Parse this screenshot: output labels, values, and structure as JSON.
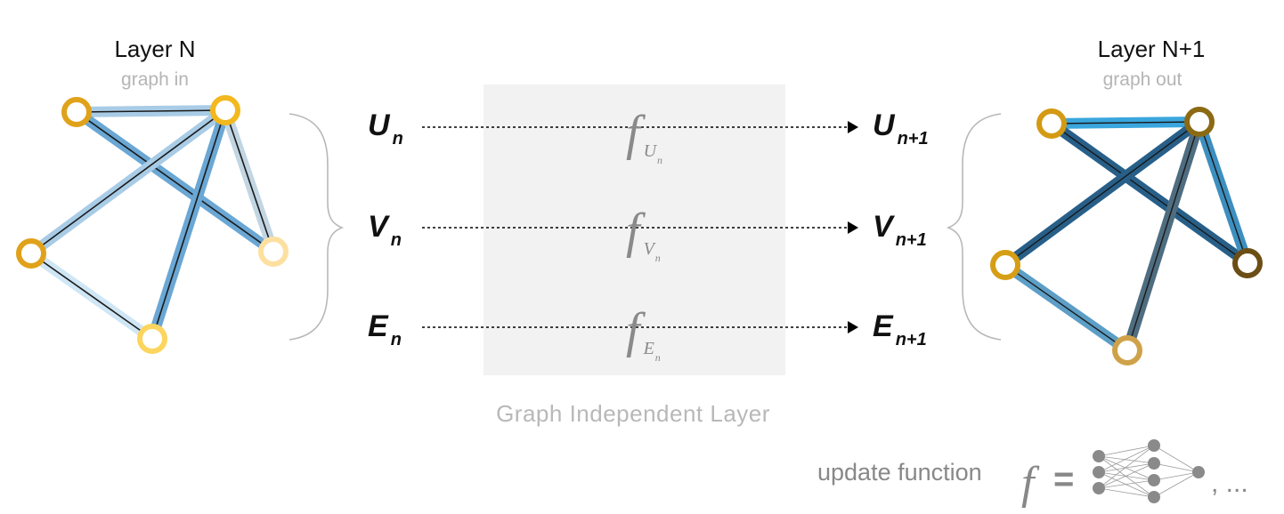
{
  "left_layer": {
    "title": "Layer N",
    "subtitle": "graph in"
  },
  "right_layer": {
    "title": "Layer N+1",
    "subtitle": "graph out"
  },
  "center": {
    "caption": "Graph Independent Layer"
  },
  "rows": [
    {
      "input": "U",
      "input_sub": "n",
      "fn": "f",
      "fn_sub": "U",
      "fn_sub_sub": "n",
      "output": "U",
      "output_sub": "n+1"
    },
    {
      "input": "V",
      "input_sub": "n",
      "fn": "f",
      "fn_sub": "V",
      "fn_sub_sub": "n",
      "output": "V",
      "output_sub": "n+1"
    },
    {
      "input": "E",
      "input_sub": "n",
      "fn": "f",
      "fn_sub": "E",
      "fn_sub_sub": "n",
      "output": "E",
      "output_sub": "n+1"
    }
  ],
  "update": {
    "caption": "update function",
    "symbol": "f",
    "equals": "=",
    "trailing": ", ..."
  },
  "colors": {
    "panel": "#f2f2f2",
    "node_gold": "#e0a21a",
    "node_light": "#fcd96a",
    "node_pale": "#fde8a6",
    "node_dark": "#6b4e16",
    "node_olive": "#8c6a14",
    "node_tan": "#cfa24a",
    "edge_light_blue": "#a9cce6",
    "edge_mid_blue": "#6aa7d4",
    "edge_bright_blue": "#3aa6de",
    "edge_dark_blue": "#275f89",
    "edge_slate": "#4f6d80",
    "edge_pale": "#cfe6f5"
  }
}
